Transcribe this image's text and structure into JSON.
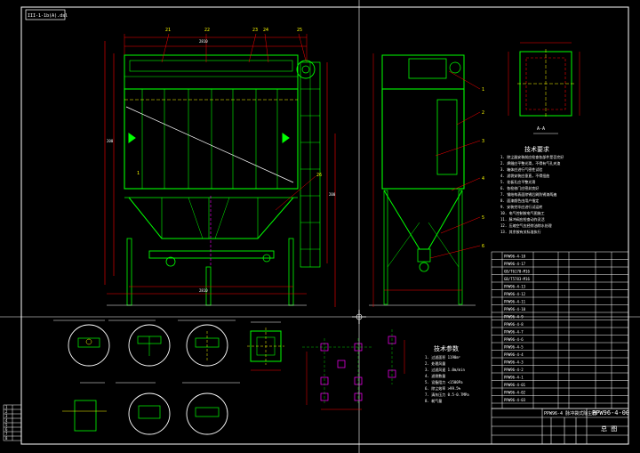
{
  "drawing": {
    "file_tag": "III-1-1b(A).dsl",
    "colors": {
      "background": "#000000",
      "frame": "#ffffff",
      "structure": "#00ff00",
      "dimension": "#ff0000",
      "center": "#ffff00",
      "accent": "#ff00ff",
      "text": "#ffffff"
    }
  },
  "front_view": {
    "callouts": [
      "21",
      "22",
      "23",
      "24",
      "25",
      "1",
      "26"
    ],
    "dimensions": [
      "2810",
      "200",
      "2810",
      "200"
    ]
  },
  "side_view": {
    "callouts": [
      "1",
      "2",
      "3",
      "4",
      "5",
      "6"
    ]
  },
  "section_view": {
    "label": "A-A"
  },
  "tech_notes": {
    "title": "技术要求",
    "lines": [
      "1. 除尘器安装前应检查各部件是否完好",
      "2. 焊缝应平整光滑，不得有气孔夹渣",
      "3. 箱体应进行气密性试验",
      "4. 滤袋安装应垂直，不得扭曲",
      "5. 花板孔应平整光滑",
      "6. 各检修门应密封良好",
      "7. 钢结构表面除锈后刷防锈漆两遍",
      "8. 面漆颜色由用户指定",
      "9. 安装完毕应进行试运转",
      "10. 电气控制按电气图施工",
      "11. 脉冲阀应检查动作灵活",
      "12. 压缩空气应经除油除水处理",
      "13. 其余按有关标准执行"
    ]
  },
  "spec_notes": {
    "title": "技术参数",
    "lines": [
      "1. 过滤面积 1190m²",
      "2. 处理风量",
      "3. 过滤风速 1.0m/min",
      "4. 滤袋数量",
      "5. 设备阻力 <1500Pa",
      "6. 除尘效率 >99.5%",
      "7. 清灰压力 0.5-0.7MPa",
      "8. 耗气量"
    ]
  },
  "bom": {
    "rows": [
      "PPW96-4-18",
      "PPW96-4-17",
      "GB/T6170-M16",
      "GB/T5783-M16",
      "PPW96-4-13",
      "PPW96-4-12",
      "PPW96-4-11",
      "PPW96-4-10",
      "PPW96-4-9",
      "PPW96-4-8",
      "PPW96-4-7",
      "PPW96-4-6",
      "PPW96-4-5",
      "PPW96-4-4",
      "PPW96-4-3",
      "PPW96-4-2",
      "PPW96-4-1",
      "PPW96-4-01",
      "PPW96-4-02",
      "PPW96-4-03"
    ]
  },
  "title_block": {
    "drawing_no": "PPW96-4-00",
    "name": "PPW96-4 脉冲袋式除尘器",
    "sheet": "总 图"
  },
  "left_table": {
    "rows": [
      "1",
      "2",
      "3",
      "4",
      "5",
      "6",
      "7",
      "8"
    ]
  }
}
